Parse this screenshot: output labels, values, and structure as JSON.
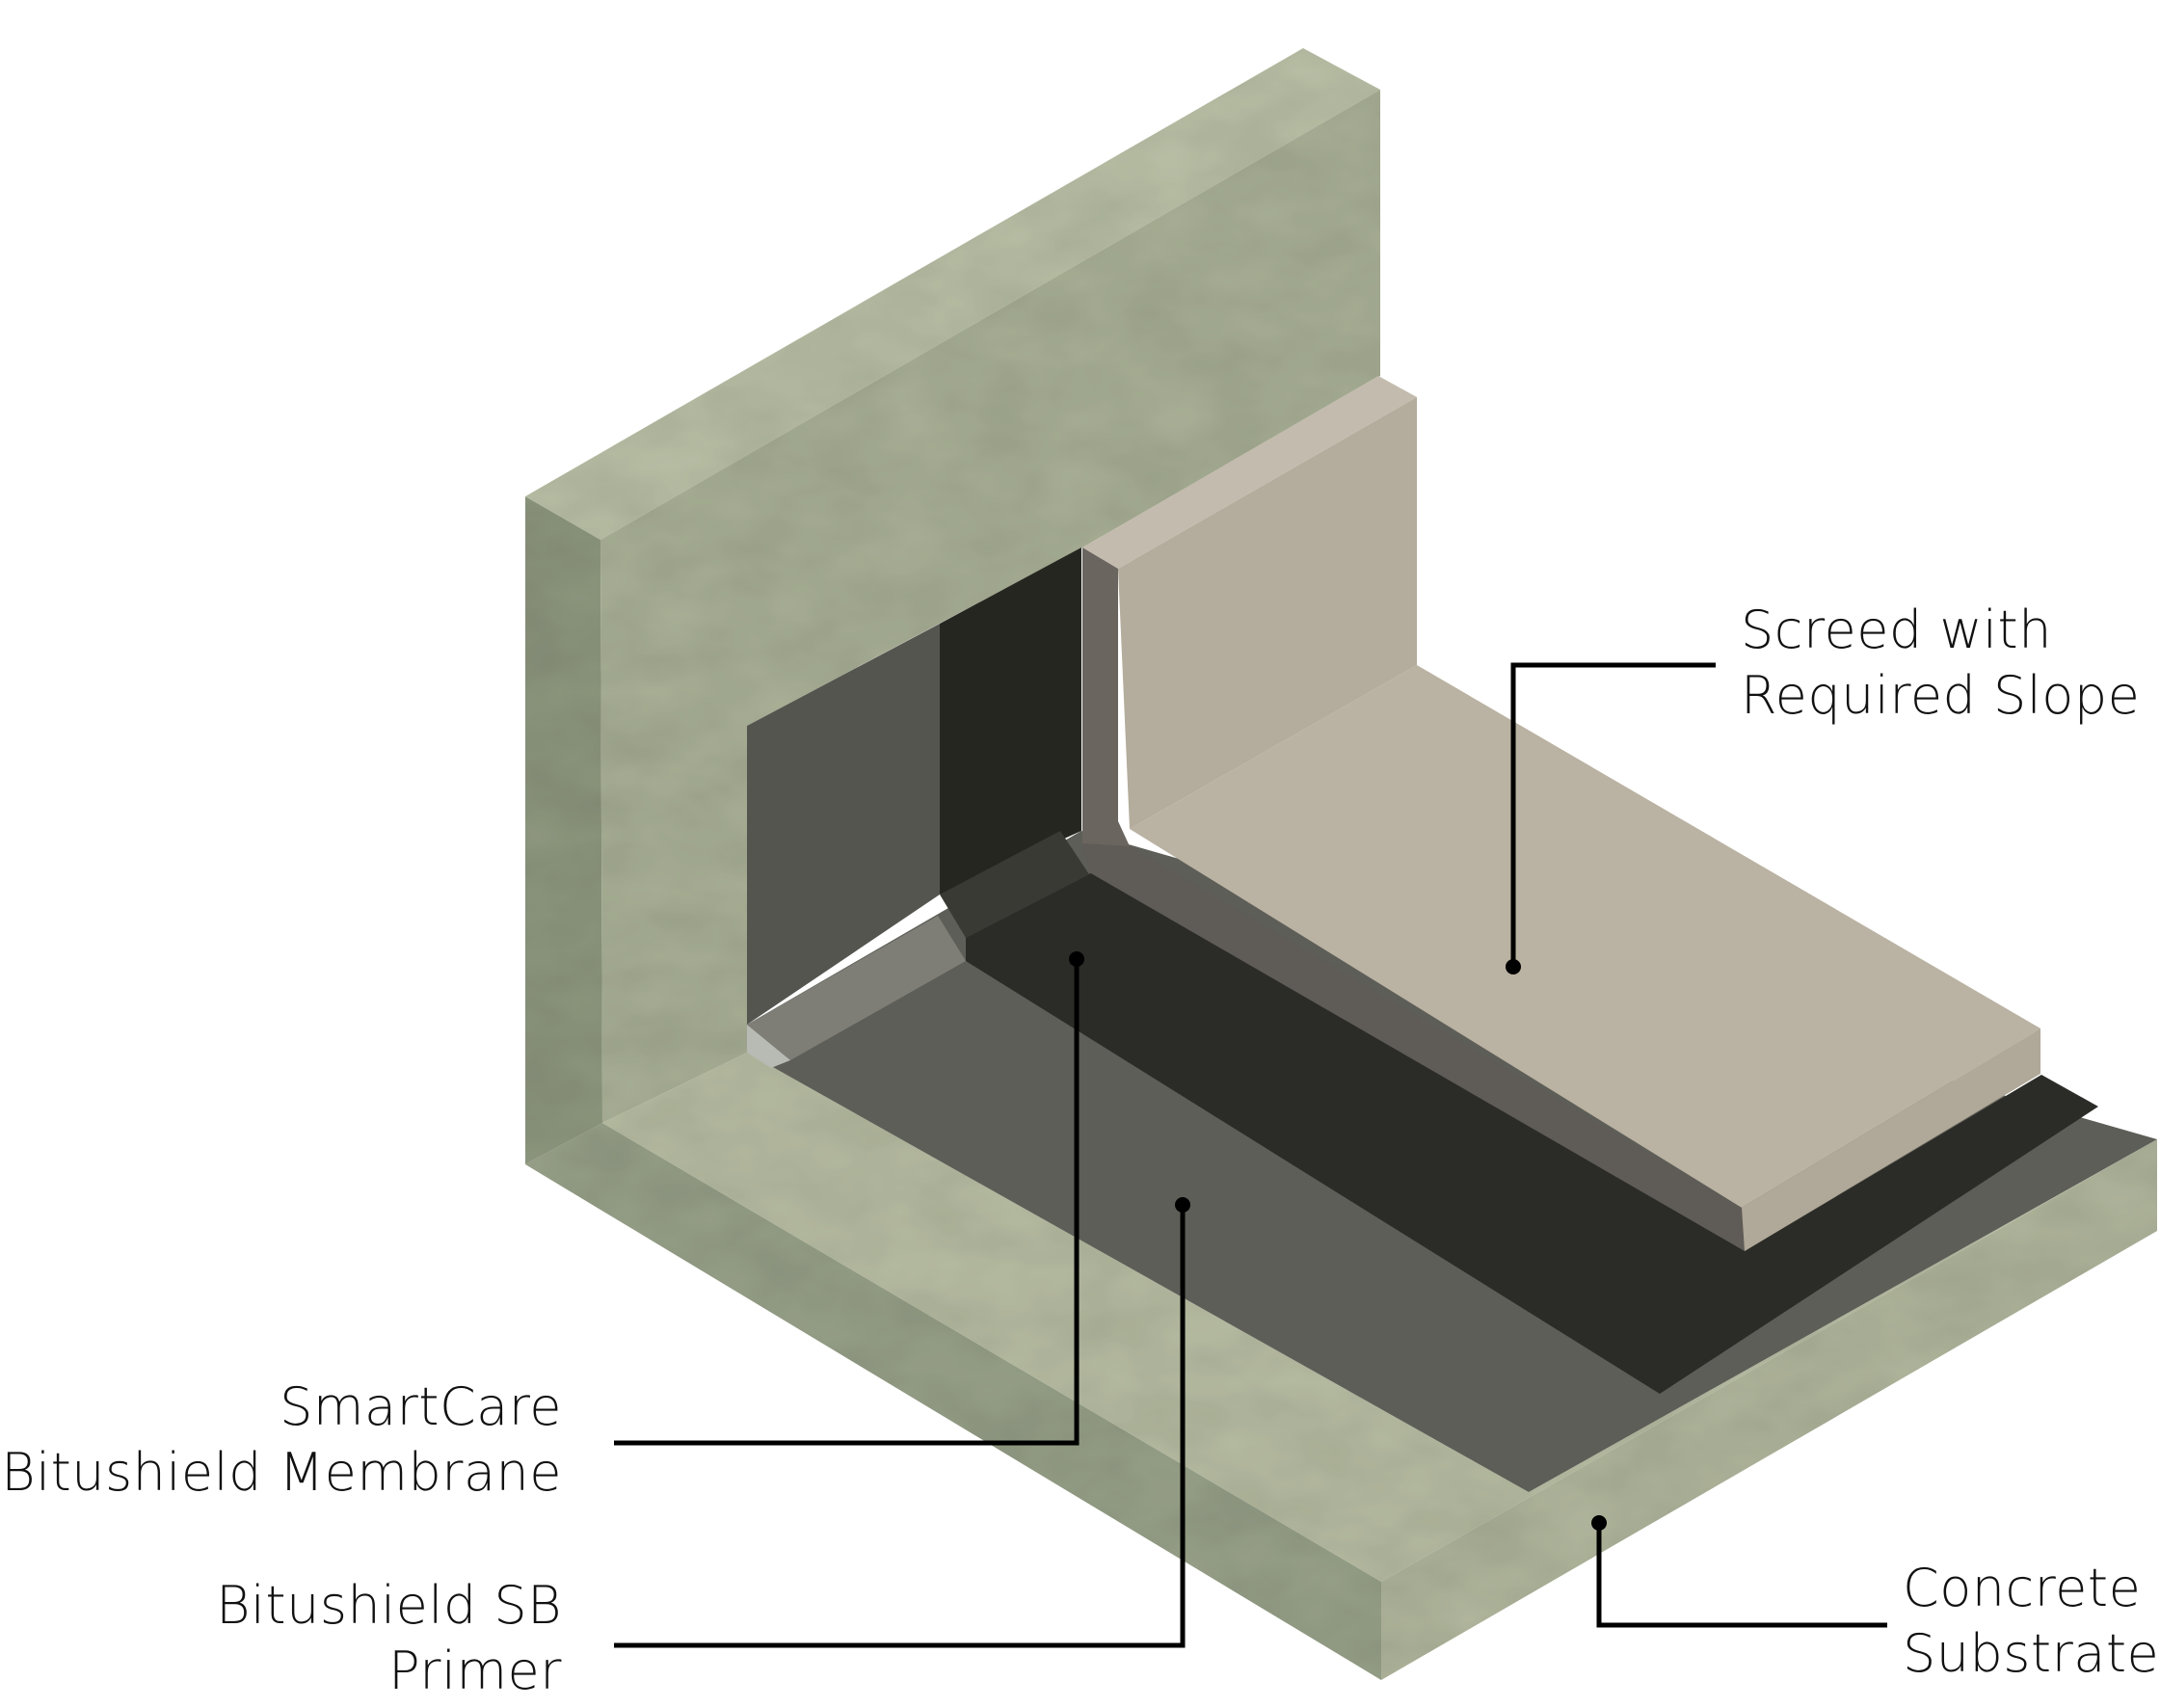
{
  "diagram": {
    "type": "isometric-cross-section",
    "subject": "Waterproofing build-up at wall/floor junction",
    "colors": {
      "background": "#ffffff",
      "concrete_top": "#b7bda3",
      "concrete_front": "#a9b096",
      "concrete_side": "#8e977f",
      "concrete_slab_right": "#b2b89e",
      "primer": "#5e5e58",
      "primer_wall": "#55554f",
      "membrane": "#2b2c27",
      "fillet": "#7e7e77",
      "screed_top": "#bab2a2",
      "screed_front": "#5e5a55",
      "screed_vertical_face": "#b4ac9c",
      "leader_line": "#000000",
      "text": "#111111"
    }
  },
  "labels": {
    "screed": {
      "line1": "Screed with",
      "line2": "Required Slope"
    },
    "membrane": {
      "line1": "SmartCare",
      "line2": "Bitushield Membrane"
    },
    "primer": {
      "line1": "Bitushield SB",
      "line2": "Primer"
    },
    "concrete": {
      "line1": "Concrete",
      "line2": "Substrate"
    }
  },
  "layers": [
    {
      "id": "concrete",
      "name": "Concrete Substrate",
      "order": 1
    },
    {
      "id": "primer",
      "name": "Bitushield SB Primer",
      "order": 2
    },
    {
      "id": "membrane",
      "name": "SmartCare Bitushield Membrane",
      "order": 3
    },
    {
      "id": "screed",
      "name": "Screed with Required Slope",
      "order": 4
    }
  ]
}
